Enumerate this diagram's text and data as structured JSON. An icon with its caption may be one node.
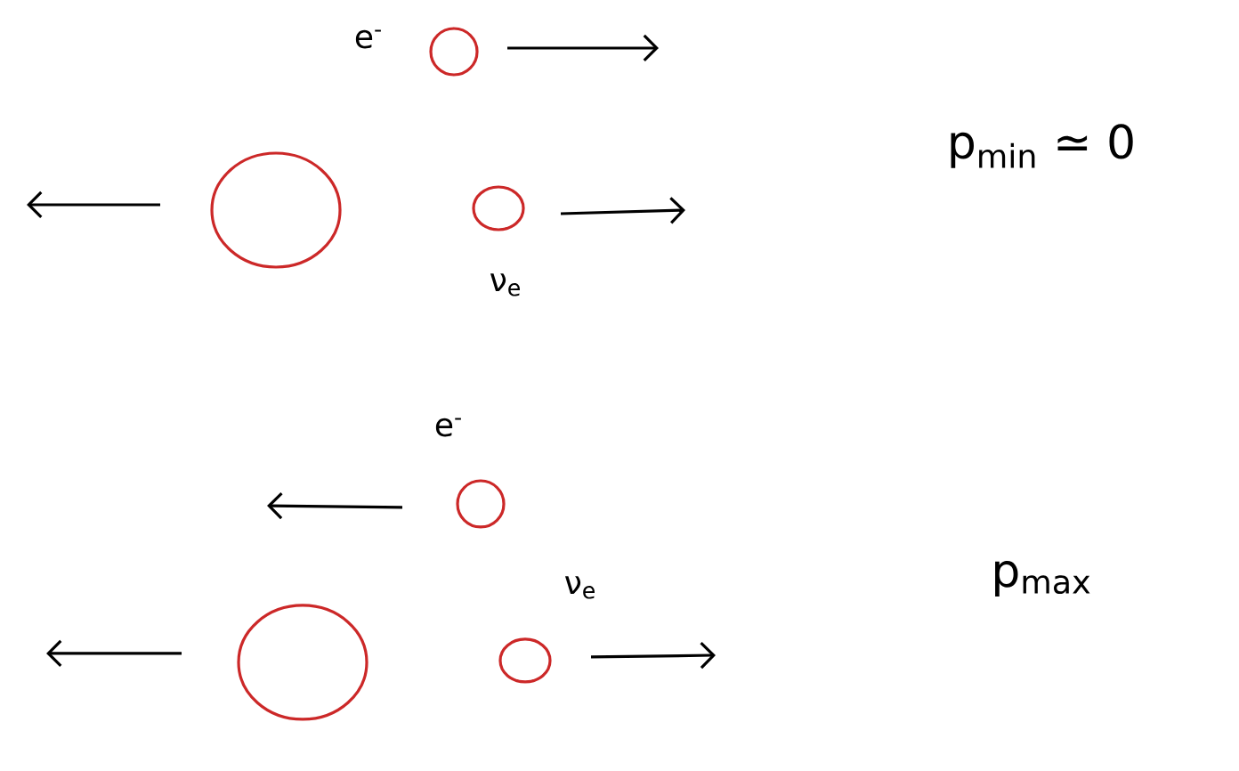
{
  "diagram": {
    "nodes": [
      {
        "text": [],
        "shape": "circle",
        "beside": [
          "e$^{-}$"
        ]
      },
      {
        "text": [],
        "shape": "circle"
      },
      {
        "text": [],
        "shape": "circle",
        "beside": [
          "ν$_{e}$"
        ]
      },
      {
        "text": [],
        "shape": "circle",
        "beside": [
          "e$^{-}$"
        ]
      },
      {
        "text": [],
        "shape": "circle"
      },
      {
        "text": [],
        "shape": "circle",
        "beside": [
          "ν$_{e}$"
        ]
      }
    ],
    "labels": [
      "p$_{min}$ ≃ 0",
      "p$_{max}$"
    ]
  }
}
